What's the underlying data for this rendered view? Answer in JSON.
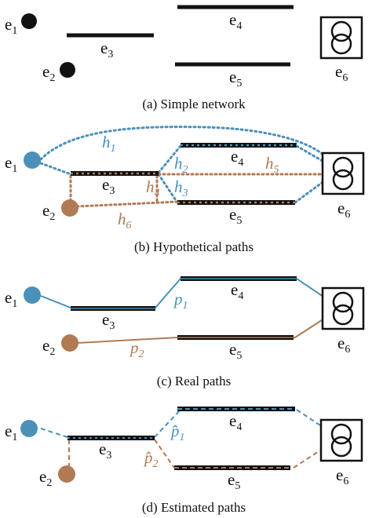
{
  "colors": {
    "blue": "#4b90b8",
    "brown": "#b07a55",
    "black": "#111111"
  },
  "panels": {
    "a": {
      "caption": "(a) Simple network",
      "labels": {
        "e1": {
          "base": "e",
          "sub": "1"
        },
        "e2": {
          "base": "e",
          "sub": "2"
        },
        "e3": {
          "base": "e",
          "sub": "3"
        },
        "e4": {
          "base": "e",
          "sub": "4"
        },
        "e5": {
          "base": "e",
          "sub": "5"
        },
        "e6": {
          "base": "e",
          "sub": "6"
        }
      }
    },
    "b": {
      "caption": "(b) Hypothetical paths",
      "labels": {
        "e1": {
          "base": "e",
          "sub": "1"
        },
        "e2": {
          "base": "e",
          "sub": "2"
        },
        "e3": {
          "base": "e",
          "sub": "3"
        },
        "e4": {
          "base": "e",
          "sub": "4"
        },
        "e5": {
          "base": "e",
          "sub": "5"
        },
        "e6": {
          "base": "e",
          "sub": "6"
        }
      },
      "paths": {
        "h1": {
          "base": "h",
          "sub": "1"
        },
        "h2": {
          "base": "h",
          "sub": "2"
        },
        "h3": {
          "base": "h",
          "sub": "3"
        },
        "h4": {
          "base": "h",
          "sub": "4"
        },
        "h5": {
          "base": "h",
          "sub": "5"
        },
        "h6": {
          "base": "h",
          "sub": "6"
        }
      }
    },
    "c": {
      "caption": "(c) Real paths",
      "labels": {
        "e1": {
          "base": "e",
          "sub": "1"
        },
        "e2": {
          "base": "e",
          "sub": "2"
        },
        "e3": {
          "base": "e",
          "sub": "3"
        },
        "e4": {
          "base": "e",
          "sub": "4"
        },
        "e5": {
          "base": "e",
          "sub": "5"
        },
        "e6": {
          "base": "e",
          "sub": "6"
        }
      },
      "paths": {
        "p1": {
          "base": "p",
          "sub": "1"
        },
        "p2": {
          "base": "p",
          "sub": "2"
        }
      }
    },
    "d": {
      "caption": "(d) Estimated paths",
      "labels": {
        "e1": {
          "base": "e",
          "sub": "1"
        },
        "e2": {
          "base": "e",
          "sub": "2"
        },
        "e3": {
          "base": "e",
          "sub": "3"
        },
        "e4": {
          "base": "e",
          "sub": "4"
        },
        "e5": {
          "base": "e",
          "sub": "5"
        },
        "e6": {
          "base": "e",
          "sub": "6"
        }
      },
      "paths": {
        "p1": {
          "base": "p̂",
          "sub": "1"
        },
        "p2": {
          "base": "p̂",
          "sub": "2"
        }
      }
    }
  }
}
